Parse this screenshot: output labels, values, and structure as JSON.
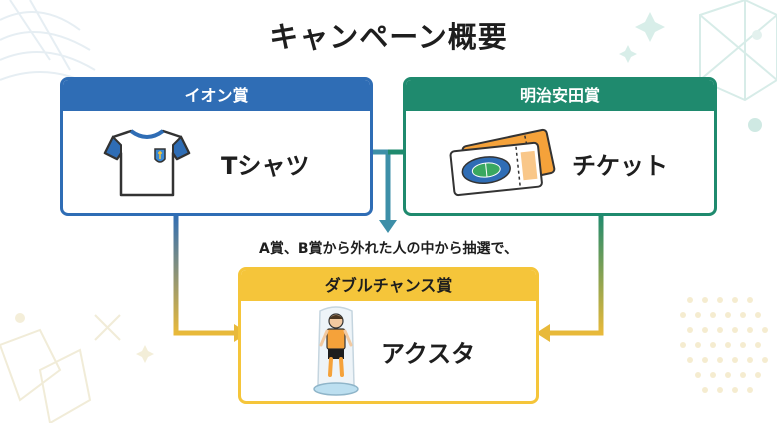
{
  "title": "キャンペーン概要",
  "aeon_prize": {
    "header": "イオン賞",
    "item_label": "Tシャツ",
    "icon": "tshirt-icon",
    "color": "#2f6db5"
  },
  "meiji_prize": {
    "header": "明治安田賞",
    "item_label": "チケット",
    "icon": "ticket-icon",
    "color": "#1f8a6e"
  },
  "connector_caption": "A賞、B賞から外れた人の中から抽選で、",
  "double_chance_prize": {
    "header": "ダブルチャンス賞",
    "item_label": "アクスタ",
    "icon": "acrylic-stand-icon",
    "color": "#f5c53a"
  }
}
